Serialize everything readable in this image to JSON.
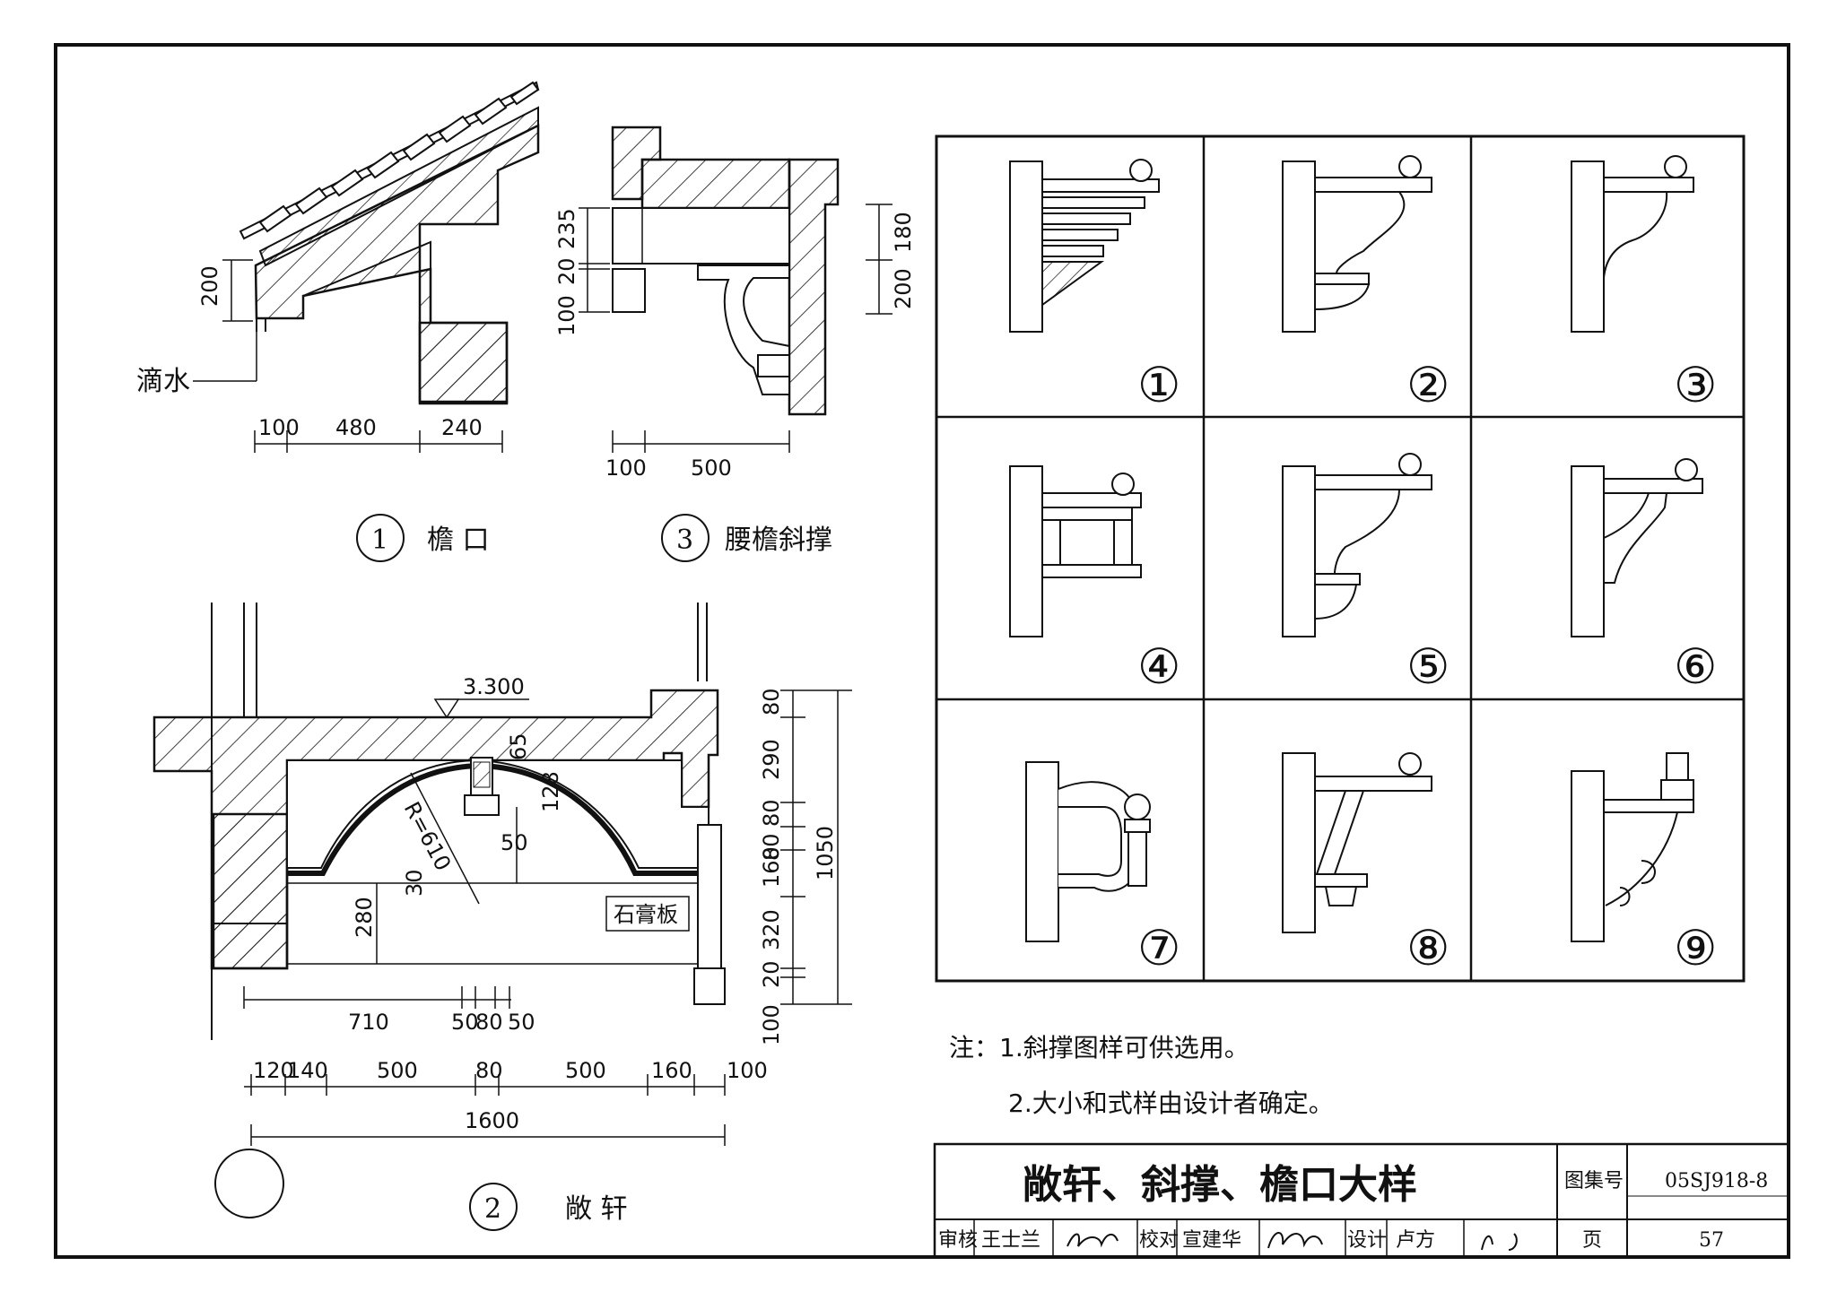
{
  "detail1": {
    "number": "1",
    "title": "檐  口",
    "drip_label": "滴水",
    "dims": [
      "200",
      "100",
      "480",
      "240"
    ]
  },
  "detail3": {
    "number": "3",
    "title": "腰檐斜撑",
    "dims": [
      "235",
      "20",
      "100",
      "180",
      "200",
      "100",
      "500"
    ]
  },
  "detail2": {
    "number": "2",
    "title": "敞  轩",
    "elevation": "3.300",
    "radius": "R=610",
    "gypsum_label": "石膏板",
    "inner_dims": [
      "65",
      "128",
      "50",
      "30",
      "280"
    ],
    "right_dims": [
      "80",
      "290",
      "80",
      "80",
      "160",
      "320",
      "20",
      "100",
      "1050"
    ],
    "bottom_dims_row1": [
      "710",
      "50",
      "80",
      "50"
    ],
    "bottom_dims_row2": [
      "120",
      "140",
      "500",
      "80",
      "500",
      "160",
      "100"
    ],
    "total": "1600"
  },
  "brackets": {
    "numbers": [
      "①",
      "②",
      "③",
      "④",
      "⑤",
      "⑥",
      "⑦",
      "⑧",
      "⑨"
    ]
  },
  "notes": {
    "prefix": "注：",
    "line1": "1.斜撑图样可供选用。",
    "line2": "2.大小和式样由设计者确定。"
  },
  "title_block": {
    "title": "敞轩、斜撑、檐口大样",
    "atlas_label": "图集号",
    "atlas_number": "05SJ918-8",
    "review_label": "审核",
    "reviewer": "王士兰",
    "check_label": "校对",
    "checker": "宣建华",
    "design_label": "设计",
    "designer": "卢方",
    "page_label": "页",
    "page_number": "57"
  }
}
